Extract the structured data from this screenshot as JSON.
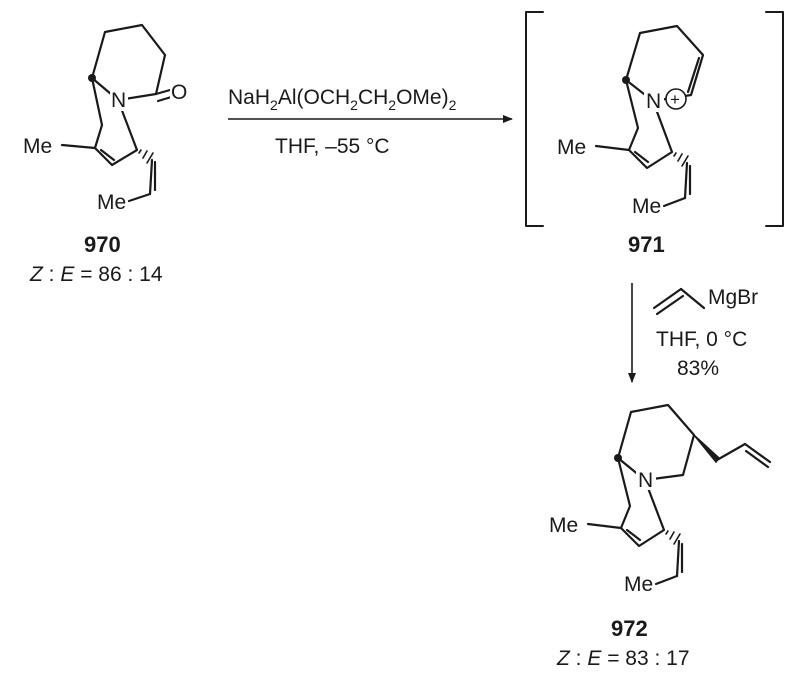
{
  "compounds": {
    "c970": {
      "number": "970",
      "ratio_z": "Z",
      "ratio_sep": " : ",
      "ratio_e": "E",
      "ratio_values": " = 86 : 14",
      "atom_n": "N",
      "atom_o": "O",
      "sub_me_ring": "Me",
      "sub_me_chain": "Me"
    },
    "c971": {
      "number": "971",
      "atom_n": "N",
      "charge": "+",
      "sub_me_ring": "Me",
      "sub_me_chain": "Me"
    },
    "c972": {
      "number": "972",
      "ratio_z": "Z",
      "ratio_sep": " : ",
      "ratio_e": "E",
      "ratio_values": " = 83 : 17",
      "atom_n": "N",
      "sub_me_ring": "Me",
      "sub_me_chain": "Me"
    }
  },
  "step1": {
    "reagent_a": "NaH",
    "reagent_a_sub": "2",
    "reagent_b": "Al(OCH",
    "reagent_b_sub": "2",
    "reagent_c": "CH",
    "reagent_c_sub": "2",
    "reagent_d": "OMe)",
    "reagent_d_sub": "2",
    "conditions": "THF, –55 °C"
  },
  "step2": {
    "reagent_label": "MgBr",
    "conditions": "THF, 0 °C",
    "yield": "83%"
  }
}
